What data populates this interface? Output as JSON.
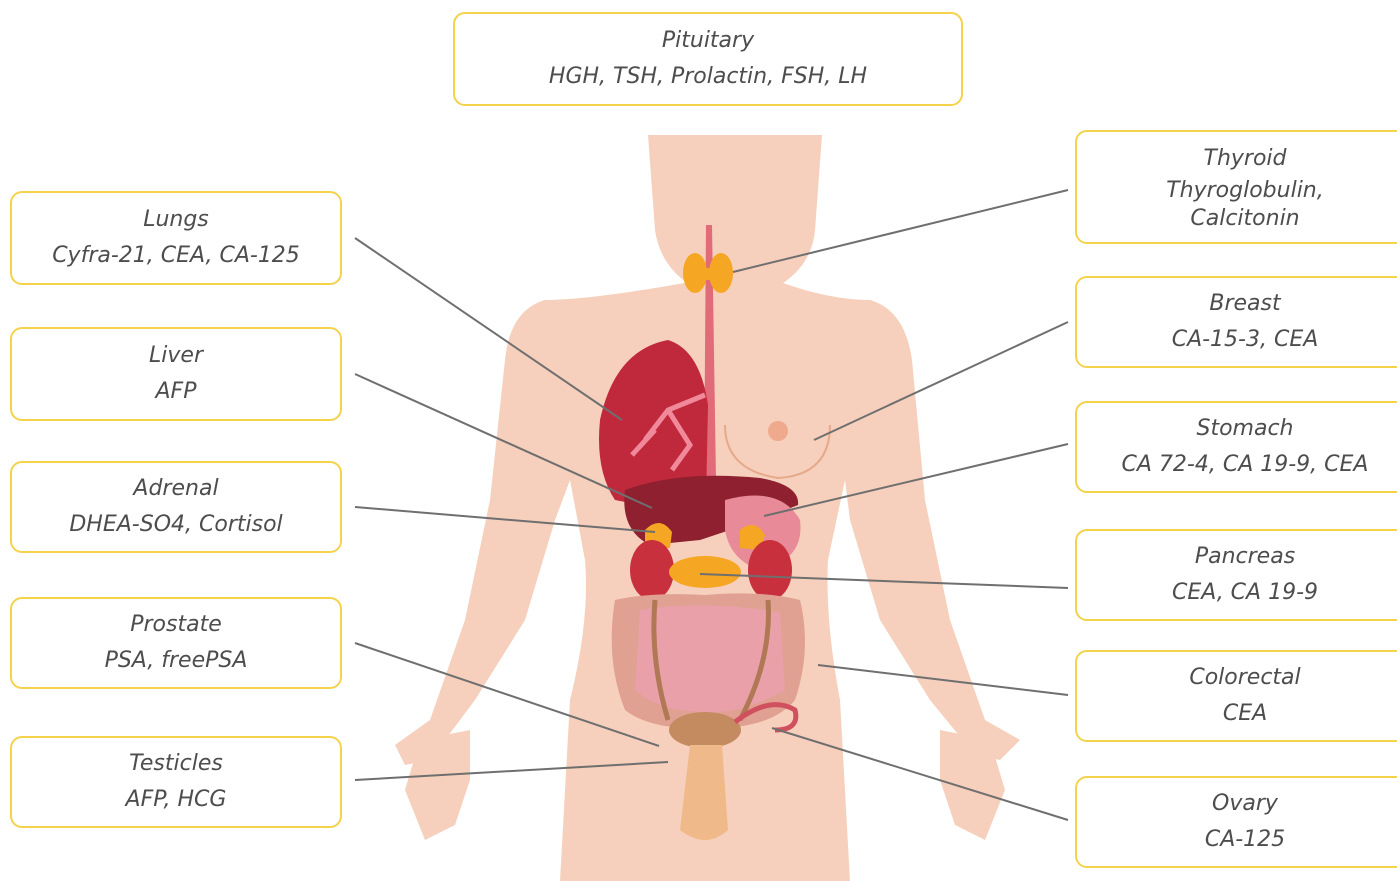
{
  "colors": {
    "box_border": "#f4d24a",
    "text": "#4d4d4d",
    "leader_line": "#6f6f6f",
    "skin": "#f6d0bc",
    "organ_red": "#b32a3a",
    "intestine_pink": "#e9a3a6",
    "gland_orange": "#f5a623"
  },
  "labels": {
    "pituitary": {
      "organ": "Pituitary",
      "markers": "HGH, TSH, Prolactin, FSH, LH"
    },
    "thyroid": {
      "organ": "Thyroid",
      "markers_line1": "Thyroglobulin,",
      "markers_line2": "Calcitonin"
    },
    "lungs": {
      "organ": "Lungs",
      "markers": "Cyfra-21, CEA, CA-125"
    },
    "breast": {
      "organ": "Breast",
      "markers": "CA-15-3, CEA"
    },
    "liver": {
      "organ": "Liver",
      "markers": "AFP"
    },
    "stomach": {
      "organ": "Stomach",
      "markers": "CA 72-4, CA 19-9, CEA"
    },
    "adrenal": {
      "organ": "Adrenal",
      "markers": "DHEA-SO4, Cortisol"
    },
    "pancreas": {
      "organ": "Pancreas",
      "markers": "CEA, CA 19-9"
    },
    "prostate": {
      "organ": "Prostate",
      "markers": "PSA, freePSA"
    },
    "colorectal": {
      "organ": "Colorectal",
      "markers": "CEA"
    },
    "testicles": {
      "organ": "Testicles",
      "markers": "AFP, HCG"
    },
    "ovary": {
      "organ": "Ovary",
      "markers": "CA-125"
    }
  }
}
